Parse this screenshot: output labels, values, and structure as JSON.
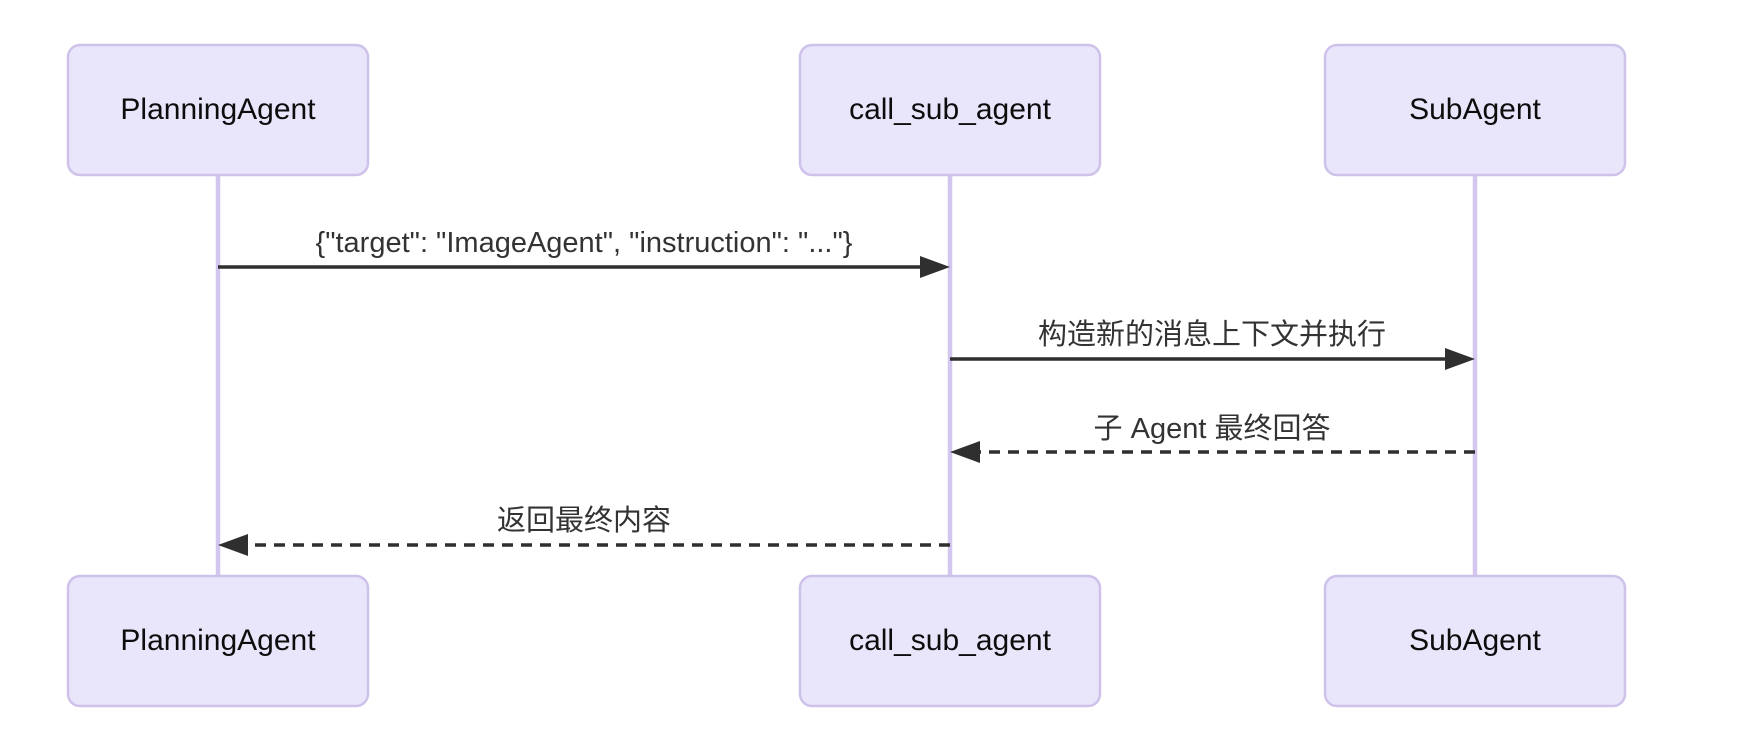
{
  "diagram": {
    "type": "sequence-diagram",
    "participants": [
      {
        "name": "PlanningAgent"
      },
      {
        "name": "call_sub_agent"
      },
      {
        "name": "SubAgent"
      }
    ],
    "messages": [
      {
        "from": "PlanningAgent",
        "to": "call_sub_agent",
        "text": "{\"target\": \"ImageAgent\", \"instruction\": \"...\"}",
        "line_style": "solid"
      },
      {
        "from": "call_sub_agent",
        "to": "SubAgent",
        "text": "构造新的消息上下文并执行",
        "line_style": "solid"
      },
      {
        "from": "SubAgent",
        "to": "call_sub_agent",
        "text": "子 Agent 最终回答",
        "line_style": "dashed"
      },
      {
        "from": "call_sub_agent",
        "to": "PlanningAgent",
        "text": "返回最终内容",
        "line_style": "dashed"
      }
    ],
    "colors": {
      "actor_fill": "#e9e6fb",
      "actor_border": "#cec2ea",
      "lifeline": "#d3c7f0",
      "arrow": "#2f2f2f",
      "actor_text": "#0d0d0d",
      "message_text": "#333333",
      "canvas_bg": "#ffffff"
    }
  }
}
